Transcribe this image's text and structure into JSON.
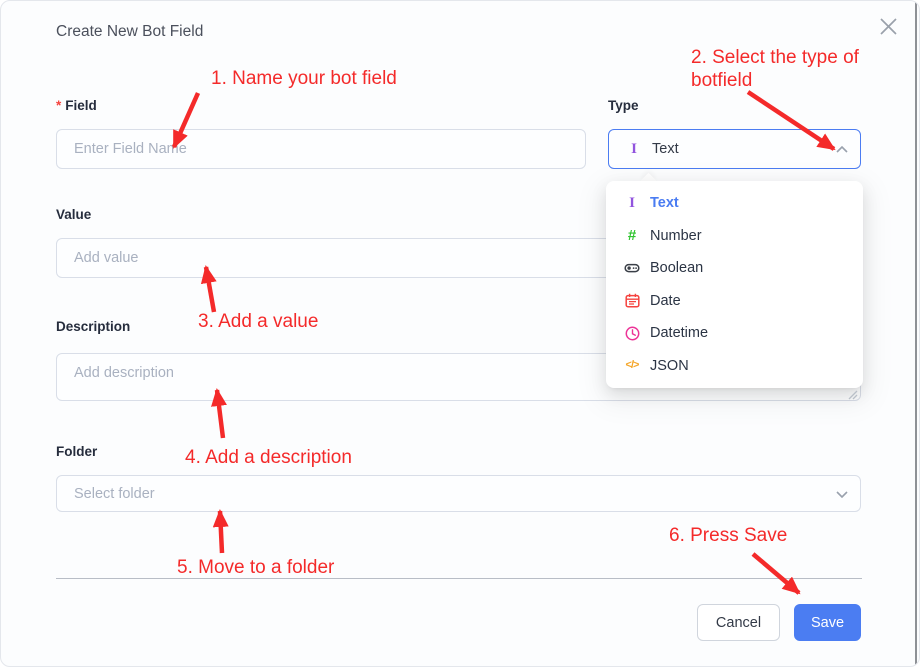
{
  "modal": {
    "title": "Create New Bot Field"
  },
  "form": {
    "field": {
      "label": "Field",
      "required_mark": "*",
      "placeholder": "Enter Field Name"
    },
    "type": {
      "label": "Type",
      "selected_value": "Text"
    },
    "value": {
      "label": "Value",
      "placeholder": "Add value"
    },
    "description": {
      "label": "Description",
      "placeholder": "Add description"
    },
    "folder": {
      "label": "Folder",
      "placeholder": "Select folder"
    }
  },
  "type_dropdown": {
    "options": [
      {
        "label": "Text",
        "icon": "text-icon",
        "selected": true
      },
      {
        "label": "Number",
        "icon": "number-icon",
        "selected": false
      },
      {
        "label": "Boolean",
        "icon": "boolean-icon",
        "selected": false
      },
      {
        "label": "Date",
        "icon": "date-icon",
        "selected": false
      },
      {
        "label": "Datetime",
        "icon": "datetime-icon",
        "selected": false
      },
      {
        "label": "JSON",
        "icon": "json-icon",
        "selected": false
      }
    ]
  },
  "footer": {
    "cancel_label": "Cancel",
    "save_label": "Save"
  },
  "annotations": [
    {
      "step": 1,
      "text": "1. Name your bot field"
    },
    {
      "step": 2,
      "text": "2. Select the type of botfield"
    },
    {
      "step": 3,
      "text": "3. Add a value"
    },
    {
      "step": 4,
      "text": "4. Add a description"
    },
    {
      "step": 5,
      "text": "5. Move to a folder"
    },
    {
      "step": 6,
      "text": "6. Press Save"
    }
  ],
  "icons": {
    "glyph_text": "I",
    "glyph_number": "#",
    "glyph_json": "</>"
  },
  "colors": {
    "annotation_red": "#f42a2a",
    "primary_blue": "#4b7df2",
    "selected_option_blue": "#4a7cf2",
    "text_icon_purple": "#9254de",
    "number_icon_green": "#2fc42f",
    "boolean_icon_dark": "#3a3f47",
    "date_icon_red": "#f5433f",
    "datetime_icon_pink": "#ec3397",
    "json_icon_orange": "#f5a629"
  }
}
